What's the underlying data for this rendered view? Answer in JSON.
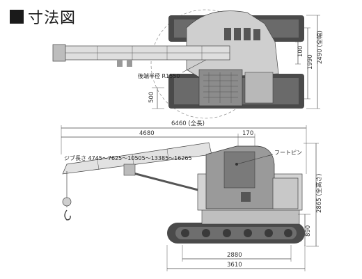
{
  "heading": {
    "title": "寸法図"
  },
  "top_view": {
    "tail_radius": "後端半径 R1550",
    "dims": {
      "d100": "100",
      "d1990": "1990",
      "d2490": "2490 (全幅)",
      "d500": "500"
    }
  },
  "side_view": {
    "jib_length": "ジブ長さ 4745〜7625〜10505〜13385〜16265",
    "foot_pin": "フートピン",
    "dims": {
      "total_length": "6460 (全長)",
      "d4680": "4680",
      "d170": "170",
      "total_height": "2865 (全高さ)",
      "d890": "890",
      "d2880": "2880",
      "d3610": "3610"
    }
  },
  "colors": {
    "track": "#4a4a4a",
    "body": "#d4d4d4",
    "cab": "#9a9a9a",
    "line": "#444444"
  }
}
